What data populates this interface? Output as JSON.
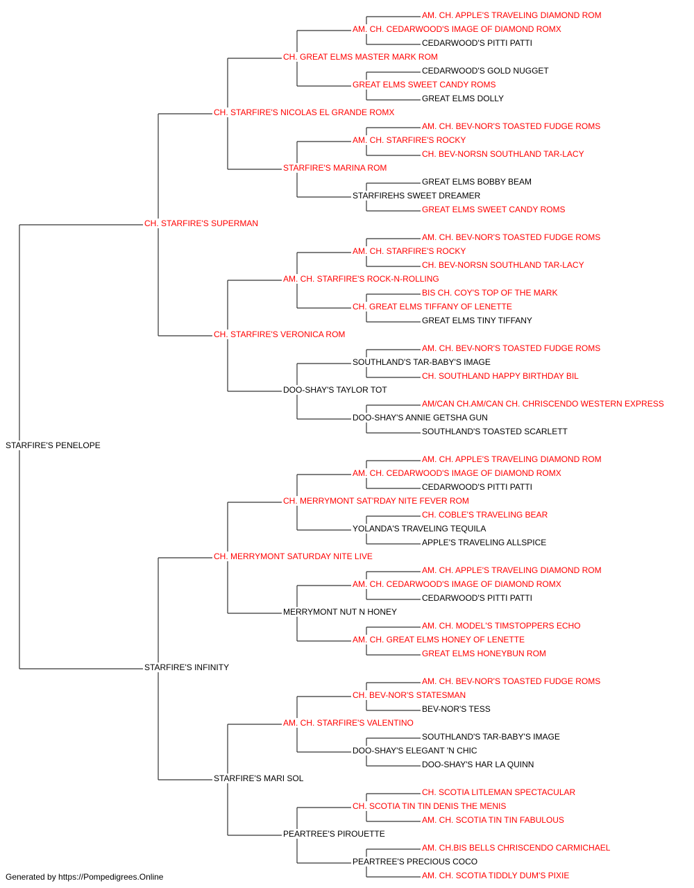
{
  "colors": {
    "titled": "#ff0000",
    "plain": "#000000",
    "line": "#333333"
  },
  "pedigree": {
    "name": "STARFIRE'S PENELOPE",
    "titled": false,
    "sire": {
      "name": "CH. STARFIRE'S SUPERMAN",
      "titled": true,
      "sire": {
        "name": "CH. STARFIRE'S NICOLAS EL GRANDE ROMX",
        "titled": true,
        "sire": {
          "name": "CH. GREAT ELMS MASTER MARK ROM",
          "titled": true,
          "sire": {
            "name": "AM. CH. CEDARWOOD'S IMAGE OF DIAMOND ROMX",
            "titled": true,
            "sire": {
              "name": "AM. CH. APPLE'S TRAVELING DIAMOND ROM",
              "titled": true
            },
            "dam": {
              "name": "CEDARWOOD'S PITTI PATTI",
              "titled": false
            }
          },
          "dam": {
            "name": "GREAT ELMS SWEET CANDY ROMS",
            "titled": true,
            "sire": {
              "name": "CEDARWOOD'S GOLD NUGGET",
              "titled": false
            },
            "dam": {
              "name": "GREAT ELMS DOLLY",
              "titled": false
            }
          }
        },
        "dam": {
          "name": "STARFIRE'S MARINA ROM",
          "titled": true,
          "sire": {
            "name": "AM. CH. STARFIRE'S ROCKY",
            "titled": true,
            "sire": {
              "name": "AM. CH. BEV-NOR'S TOASTED FUDGE ROMS",
              "titled": true
            },
            "dam": {
              "name": "CH. BEV-NORSN SOUTHLAND TAR-LACY",
              "titled": true
            }
          },
          "dam": {
            "name": "STARFIREHS SWEET DREAMER",
            "titled": false,
            "sire": {
              "name": "GREAT ELMS BOBBY BEAM",
              "titled": false
            },
            "dam": {
              "name": "GREAT ELMS SWEET CANDY ROMS",
              "titled": true
            }
          }
        }
      },
      "dam": {
        "name": "CH. STARFIRE'S VERONICA ROM",
        "titled": true,
        "sire": {
          "name": "AM. CH. STARFIRE'S ROCK-N-ROLLING",
          "titled": true,
          "sire": {
            "name": "AM. CH. STARFIRE'S ROCKY",
            "titled": true,
            "sire": {
              "name": "AM. CH. BEV-NOR'S TOASTED FUDGE ROMS",
              "titled": true
            },
            "dam": {
              "name": "CH. BEV-NORSN SOUTHLAND TAR-LACY",
              "titled": true
            }
          },
          "dam": {
            "name": "CH. GREAT ELMS TIFFANY OF LENETTE",
            "titled": true,
            "sire": {
              "name": "BIS CH. COY'S TOP OF THE MARK",
              "titled": true
            },
            "dam": {
              "name": "GREAT ELMS TINY TIFFANY",
              "titled": false
            }
          }
        },
        "dam": {
          "name": "DOO-SHAY'S TAYLOR TOT",
          "titled": false,
          "sire": {
            "name": "SOUTHLAND'S TAR-BABY'S IMAGE",
            "titled": false,
            "sire": {
              "name": "AM. CH. BEV-NOR'S TOASTED FUDGE ROMS",
              "titled": true
            },
            "dam": {
              "name": "CH. SOUTHLAND HAPPY BIRTHDAY BIL",
              "titled": true
            }
          },
          "dam": {
            "name": "DOO-SHAY'S ANNIE GETSHA GUN",
            "titled": false,
            "sire": {
              "name": "AM/CAN CH.AM/CAN CH. CHRISCENDO WESTERN EXPRESS",
              "titled": true
            },
            "dam": {
              "name": "SOUTHLAND'S TOASTED SCARLETT",
              "titled": false
            }
          }
        }
      }
    },
    "dam": {
      "name": "STARFIRE'S INFINITY",
      "titled": false,
      "sire": {
        "name": "CH. MERRYMONT SATURDAY NITE LIVE",
        "titled": true,
        "sire": {
          "name": "CH. MERRYMONT SAT'RDAY NITE FEVER ROM",
          "titled": true,
          "sire": {
            "name": "AM. CH. CEDARWOOD'S IMAGE OF DIAMOND ROMX",
            "titled": true,
            "sire": {
              "name": "AM. CH. APPLE'S TRAVELING DIAMOND ROM",
              "titled": true
            },
            "dam": {
              "name": "CEDARWOOD'S PITTI PATTI",
              "titled": false
            }
          },
          "dam": {
            "name": "YOLANDA'S TRAVELING TEQUILA",
            "titled": false,
            "sire": {
              "name": "CH. COBLE'S TRAVELING BEAR",
              "titled": true
            },
            "dam": {
              "name": "APPLE'S TRAVELING ALLSPICE",
              "titled": false
            }
          }
        },
        "dam": {
          "name": "MERRYMONT NUT N HONEY",
          "titled": false,
          "sire": {
            "name": "AM. CH. CEDARWOOD'S IMAGE OF DIAMOND ROMX",
            "titled": true,
            "sire": {
              "name": "AM. CH. APPLE'S TRAVELING DIAMOND ROM",
              "titled": true
            },
            "dam": {
              "name": "CEDARWOOD'S PITTI PATTI",
              "titled": false
            }
          },
          "dam": {
            "name": "AM. CH. GREAT ELMS HONEY OF LENETTE",
            "titled": true,
            "sire": {
              "name": "AM. CH. MODEL'S TIMSTOPPERS ECHO",
              "titled": true
            },
            "dam": {
              "name": "GREAT ELMS HONEYBUN ROM",
              "titled": true
            }
          }
        }
      },
      "dam": {
        "name": "STARFIRE'S MARI SOL",
        "titled": false,
        "sire": {
          "name": "AM. CH. STARFIRE'S VALENTINO",
          "titled": true,
          "sire": {
            "name": "CH. BEV-NOR'S STATESMAN",
            "titled": true,
            "sire": {
              "name": "AM. CH. BEV-NOR'S TOASTED FUDGE ROMS",
              "titled": true
            },
            "dam": {
              "name": "BEV-NOR'S TESS",
              "titled": false
            }
          },
          "dam": {
            "name": "DOO-SHAY'S ELEGANT 'N CHIC",
            "titled": false,
            "sire": {
              "name": "SOUTHLAND'S TAR-BABY'S IMAGE",
              "titled": false
            },
            "dam": {
              "name": "DOO-SHAY'S HAR LA QUINN",
              "titled": false
            }
          }
        },
        "dam": {
          "name": "PEARTREE'S PIROUETTE",
          "titled": false,
          "sire": {
            "name": "CH. SCOTIA TIN TIN DENIS THE MENIS",
            "titled": true,
            "sire": {
              "name": "CH. SCOTIA LITLEMAN SPECTACULAR",
              "titled": true
            },
            "dam": {
              "name": "AM. CH. SCOTIA TIN TIN FABULOUS",
              "titled": true
            }
          },
          "dam": {
            "name": "PEARTREE'S PRECIOUS COCO",
            "titled": false,
            "sire": {
              "name": "AM. CH.BIS BELLS CHRISCENDO CARMICHAEL",
              "titled": true
            },
            "dam": {
              "name": "AM. CH. SCOTIA TIDDLY DUM'S PIXIE",
              "titled": true
            }
          }
        }
      }
    }
  },
  "footer": {
    "text": "Generated by https://Pompedigrees.Online"
  }
}
